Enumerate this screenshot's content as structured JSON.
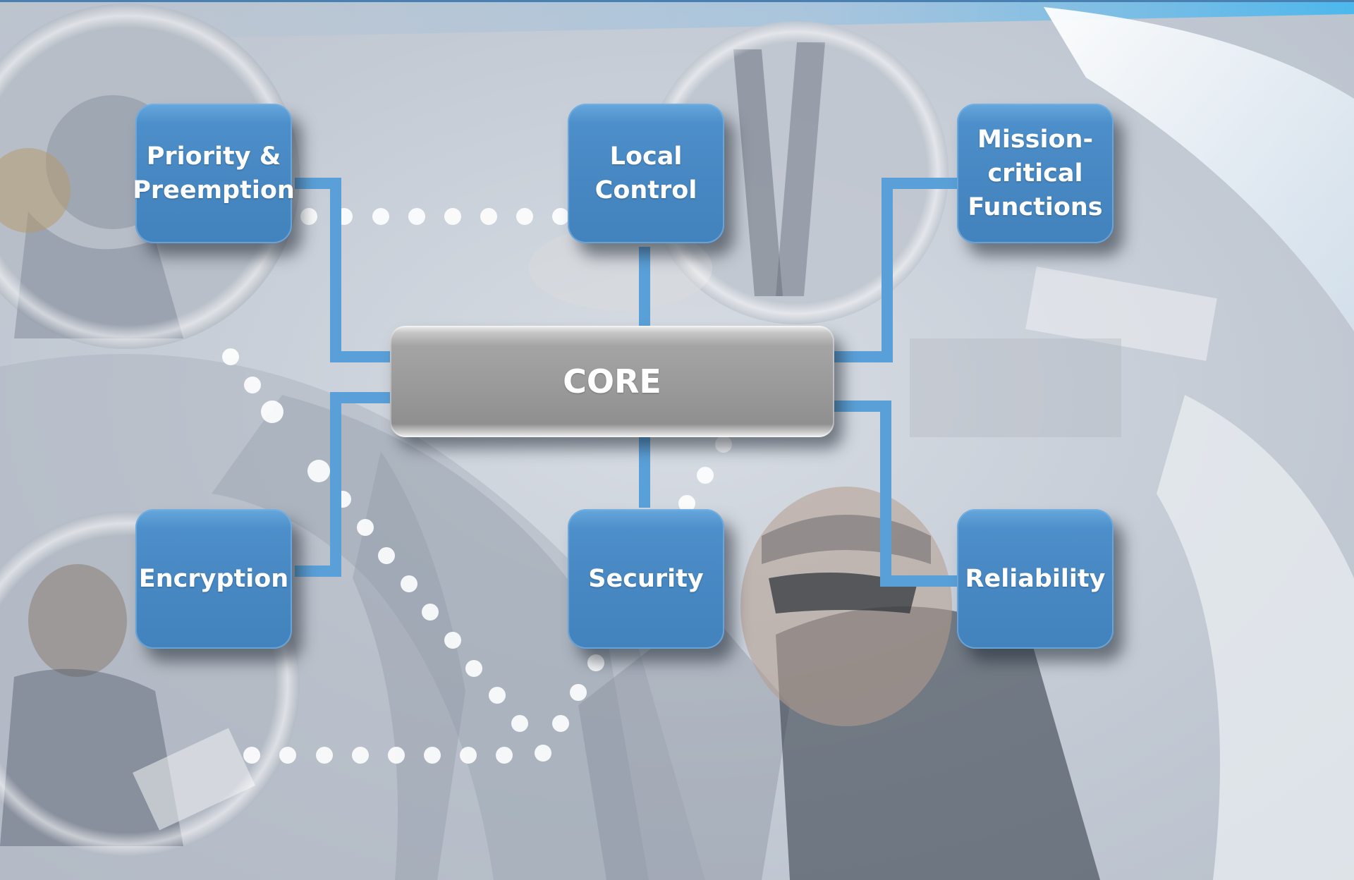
{
  "diagram": {
    "core": {
      "label": "CORE"
    },
    "nodes": [
      {
        "id": "priority",
        "label": "Priority &\nPreemption"
      },
      {
        "id": "local",
        "label": "Local\nControl"
      },
      {
        "id": "mission",
        "label": "Mission-\ncritical\nFunctions"
      },
      {
        "id": "encryption",
        "label": "Encryption"
      },
      {
        "id": "security",
        "label": "Security"
      },
      {
        "id": "reliability",
        "label": "Reliability"
      }
    ]
  },
  "colors": {
    "node_fill": "#4787c2",
    "connector": "#5aa0d8",
    "core_fill": "#9a9a9a",
    "text": "#ffffff",
    "page_top_rule": "#4a7fb2"
  },
  "background": {
    "description_icons": [
      "firefighter-photo",
      "dispatcher-photo",
      "officer-photo",
      "radio-equipment-photo",
      "vehicle-interior-photo"
    ]
  }
}
